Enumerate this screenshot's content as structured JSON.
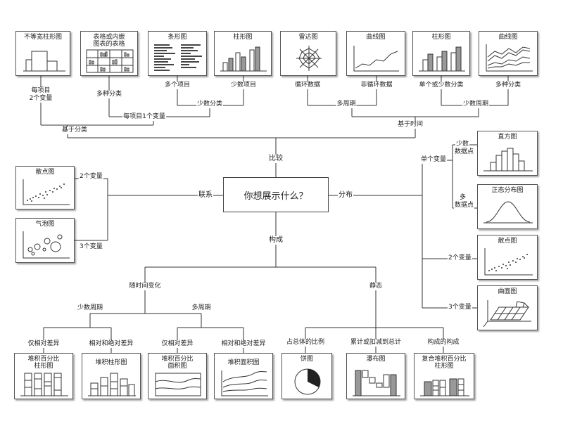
{
  "center": "你想展示什么？",
  "branches": {
    "compare": "比较",
    "relation": "联系",
    "distribution": "分布",
    "composition": "构成"
  },
  "compare": {
    "by_category": "基于分类",
    "by_time": "基于时间",
    "per_item_two_vars": "每项目2个变量",
    "per_item_two_vars_l1": "每项目",
    "per_item_two_vars_l2": "2个变量",
    "per_item_one_var": "每项目1个变量",
    "many_categories": "多种分类",
    "few_categories": "少数分类",
    "many_items": "多个项目",
    "few_items": "少数项目",
    "many_periods": "多周期",
    "few_periods": "少数周期",
    "cyclic": "循环数据",
    "noncyclic": "非循环数据",
    "single_or_few": "单个或少数分类",
    "many_cat2": "多种分类"
  },
  "relation": {
    "two_vars": "2个变量",
    "three_vars": "3个变量"
  },
  "distribution": {
    "single_var": "单个变量",
    "few_points_l1": "少数",
    "few_points_l2": "数据点",
    "many_points_l1": "多",
    "many_points_l2": "数据点",
    "two_vars": "2个变量",
    "three_vars": "3个变量"
  },
  "composition": {
    "over_time": "随时间变化",
    "static": "静态",
    "few_periods": "少数周期",
    "many_periods": "多周期",
    "relative_only_1": "仅相对差异",
    "relative_abs_1": "相对和绝对差异",
    "relative_only_2": "仅相对差异",
    "relative_abs_2": "相对和绝对差异",
    "share_of_total": "占总体的比例",
    "accumulation": "累计或扣减到总计",
    "components": "构成的构成"
  },
  "charts": {
    "variable_width_bar": "不等宽柱形图",
    "table_embedded_l1": "表格或内嵌",
    "table_embedded_l2": "图表的表格",
    "bar_h": "条形图",
    "column_1": "柱形图",
    "radar": "雷达图",
    "line_1": "曲线图",
    "column_2": "柱形图",
    "line_2": "曲线图",
    "scatter_1": "散点图",
    "bubble": "气泡图",
    "histogram": "直方图",
    "normal": "正态分布图",
    "scatter_2": "散点图",
    "surface": "曲面图",
    "stacked_pct_col_l1": "堆积百分比",
    "stacked_pct_col_l2": "柱形图",
    "stacked_col": "堆积柱形图",
    "stacked_pct_area_l1": "堆积百分比",
    "stacked_pct_area_l2": "面积图",
    "stacked_area": "堆积面积图",
    "pie": "饼图",
    "waterfall": "瀑布图",
    "compound_l1": "复合堆积百分比",
    "compound_l2": "柱形图"
  }
}
